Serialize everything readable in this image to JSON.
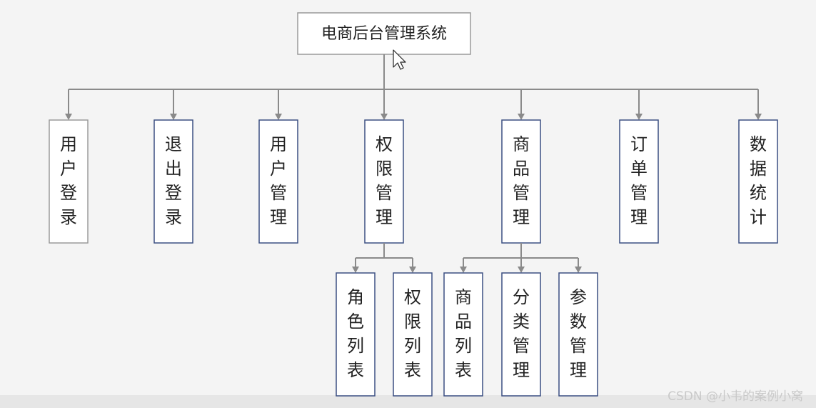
{
  "diagram": {
    "root": "电商后台管理系统",
    "level1": [
      {
        "label": "用户登录"
      },
      {
        "label": "退出登录"
      },
      {
        "label": "用户管理"
      },
      {
        "label": "权限管理",
        "children": [
          "角色列表",
          "权限列表"
        ]
      },
      {
        "label": "商品管理",
        "children": [
          "商品列表",
          "分类管理",
          "参数管理"
        ]
      },
      {
        "label": "订单管理"
      },
      {
        "label": "数据统计"
      }
    ]
  },
  "watermark": "CSDN @小韦的案例小窝",
  "colors": {
    "background": "#f4f4f4",
    "connector": "#8a8a8a",
    "box_border_blue": "#3b4f82",
    "box_border_gray": "#9a9a9a",
    "text": "#222222"
  }
}
